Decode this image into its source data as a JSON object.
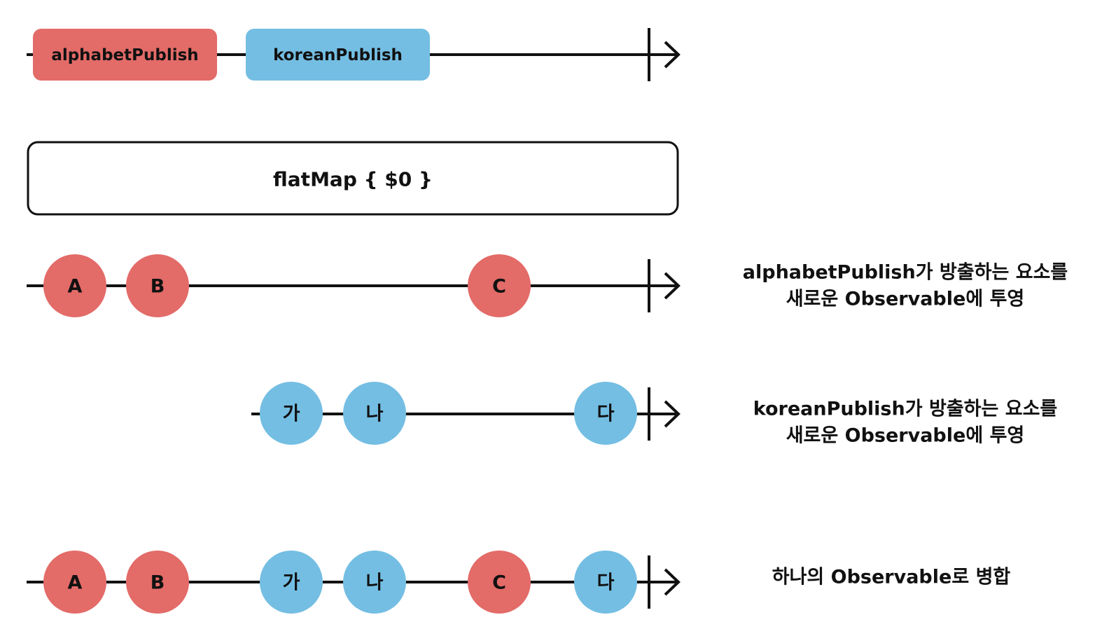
{
  "colors": {
    "alphabet": "#E36B68",
    "korean": "#74BEE3",
    "line": "#111111"
  },
  "source": {
    "alphabet_label": "alphabetPublish",
    "korean_label": "koreanPublish"
  },
  "operator": {
    "label": "flatMap { $0 }"
  },
  "alphabet_stream": {
    "marbles": [
      "A",
      "B",
      "C"
    ],
    "description": [
      "alphabetPublish가 방출하는 요소를",
      "새로운 Observable에 투영"
    ]
  },
  "korean_stream": {
    "marbles": [
      "가",
      "나",
      "다"
    ],
    "description": [
      "koreanPublish가 방출하는 요소를",
      "새로운 Observable에 투영"
    ]
  },
  "merged_stream": {
    "marbles": [
      "A",
      "B",
      "가",
      "나",
      "C",
      "다"
    ],
    "description": [
      "하나의 Observable로 병합"
    ]
  }
}
